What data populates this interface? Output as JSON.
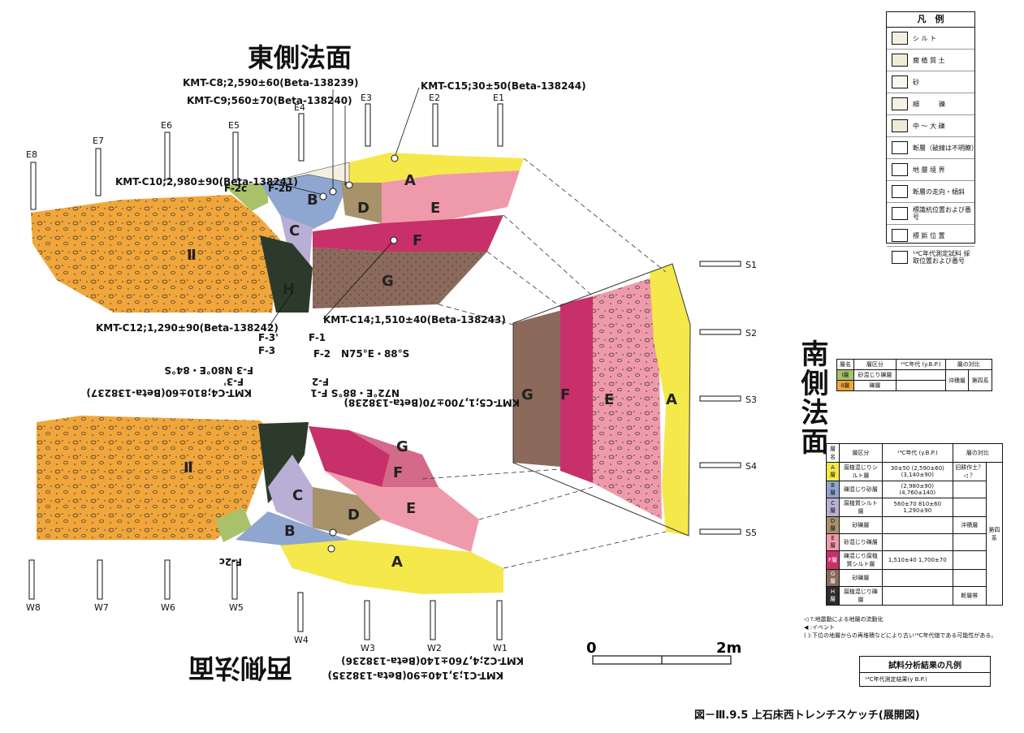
{
  "titles": {
    "east": "東側法面",
    "west": "西側法面",
    "south": "南側法面"
  },
  "caption": "図－Ⅲ.9.5 上石床西トレンチスケッチ(展開図)",
  "samples_east": [
    "KMT-C8;2,590±60(Beta-138239)",
    "KMT-C9;560±70(Beta-138240)",
    "KMT-C15;30±50(Beta-138244)",
    "KMT-C10;2,980±90(Beta-138241)",
    "KMT-C12;1,290±90(Beta-138242)",
    "KMT-C14;1,510±40(Beta-138243)"
  ],
  "samples_west": [
    "KMT-C4;810±60(Beta-138237)",
    "KMT-C5;1,700±70(Beta-138238)",
    "KMT-C2;4,760±140(Beta-138236)",
    "KMT-C1;3,140±90(Beta-138235)"
  ],
  "faults_east": [
    "F-2c",
    "F-2b",
    "F-3'",
    "F-3",
    "F-1",
    "F-2",
    "N75°E・88°S"
  ],
  "faults_west": [
    "F-3 N80°E・84°S",
    "F-3'",
    "F-2",
    "N72°E・88°S F-1",
    "F-2c"
  ],
  "stakes_east": [
    "E8",
    "E7",
    "E6",
    "E5",
    "E4",
    "E3",
    "E2",
    "E1"
  ],
  "stakes_west": [
    "W8",
    "W7",
    "W6",
    "W5",
    "W4",
    "W3",
    "W2",
    "W1"
  ],
  "stakes_south": [
    "S1",
    "S2",
    "S3",
    "S4",
    "S5"
  ],
  "layer_letters": [
    "A",
    "B",
    "C",
    "D",
    "E",
    "F",
    "G",
    "H",
    "Ⅱ"
  ],
  "scale": {
    "zero": "0",
    "max": "2m"
  },
  "legend": {
    "title": "凡　例",
    "items": [
      {
        "label": "シ ル ト",
        "color": "#f4efe0"
      },
      {
        "label": "腐 植 質 土",
        "color": "#f1ecd8"
      },
      {
        "label": "砂",
        "color": "#f8f6ee"
      },
      {
        "label": "細　　　礫",
        "color": "#f4f1e6"
      },
      {
        "label": "中 ～ 大 礫",
        "color": "#efe9d6"
      },
      {
        "label": "断層（破線は不明瞭）",
        "color": "#ffffff"
      },
      {
        "label": "地 層 境 界",
        "color": "#ffffff"
      },
      {
        "label": "断層の走向・傾斜",
        "color": "#ffffff"
      },
      {
        "label": "標識杭位置および番号",
        "color": "#ffffff"
      },
      {
        "label": "標 鋲 位 置",
        "color": "#ffffff"
      },
      {
        "label": "¹⁴C年代測定試料 採取位置および番号",
        "color": "#ffffff"
      }
    ]
  },
  "table_small": {
    "headers": [
      "層名",
      "層区分",
      "¹⁴C年代 (y.B.P.)",
      "層の対比"
    ],
    "rows": [
      {
        "name": "Ⅰ層",
        "desc": "砂混じり礫層",
        "age": "",
        "corr": "沖積層",
        "sys": "第四系",
        "color": "#a9c26a"
      },
      {
        "name": "Ⅱ層",
        "desc": "礫層",
        "age": "",
        "corr": "",
        "sys": "",
        "color": "#f0a63a"
      }
    ]
  },
  "table_main": {
    "headers": [
      "層名",
      "層区分",
      "¹⁴C年代 (y.B.P.)",
      "層の対比"
    ],
    "rows": [
      {
        "name": "A層",
        "desc": "腐植混じりシルト層",
        "age": "30±50 (2,590±60) (3,140±90)",
        "corr": "旧耕作土？ ◁ ？",
        "color": "#f5e84a"
      },
      {
        "name": "B層",
        "desc": "礫混じり砂層",
        "age": "(2,980±90) (4,760±140)",
        "corr": "",
        "color": "#8fa7d0"
      },
      {
        "name": "C層",
        "desc": "腐植質シルト層",
        "age": "560±70 810±60 1,290±90",
        "corr": "",
        "color": "#b9aed3"
      },
      {
        "name": "D層",
        "desc": "砂礫層",
        "age": "",
        "corr": "沖積層",
        "color": "#a8926a"
      },
      {
        "name": "E層",
        "desc": "砂混じり礫層",
        "age": "",
        "corr": "",
        "color": "#ef9aaa"
      },
      {
        "name": "F層",
        "desc": "礫混じり腐植質シルト層",
        "age": "1,510±40 1,700±70",
        "corr": "",
        "color": "#c8306a"
      },
      {
        "name": "G層",
        "desc": "砂礫層",
        "age": "",
        "corr": "",
        "color": "#8b6a5c"
      },
      {
        "name": "H層",
        "desc": "腐植混じり礫層",
        "age": "",
        "corr": "断層帯",
        "color": "#2c2c2c"
      }
    ],
    "system": "第四系"
  },
  "notes": [
    "◁ ?:地震動による地層の流動化",
    "◀ :イベント",
    "( ):下位の地層からの再堆積などにより古い¹⁴C年代値である可能性がある。"
  ],
  "sample_legend": {
    "title": "試料分析結果の凡例",
    "text": "¹⁴C年代測定結果(y B.P.)"
  }
}
